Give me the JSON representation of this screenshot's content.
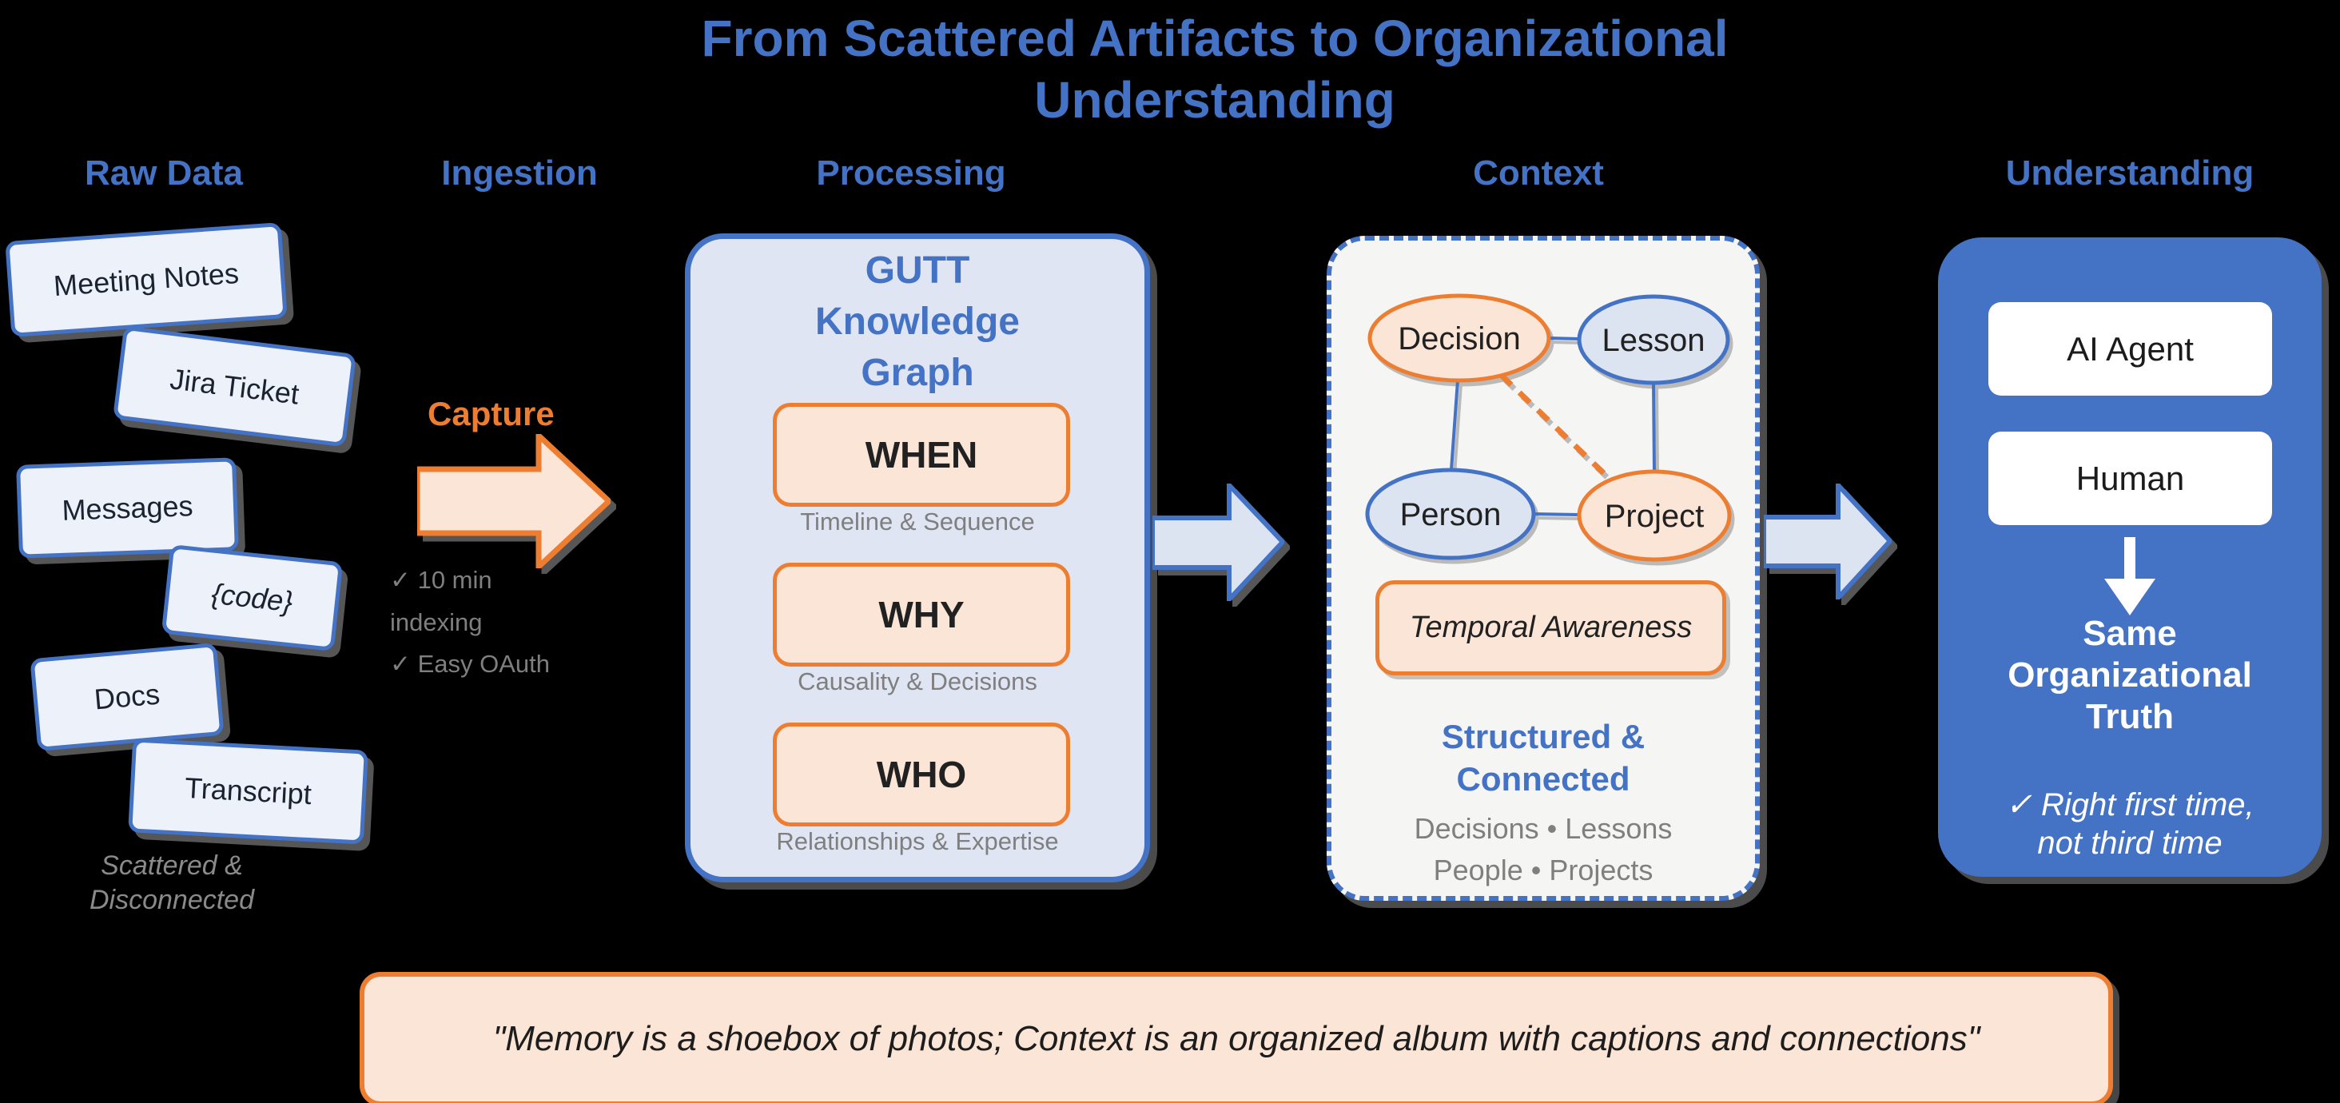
{
  "title": {
    "text": "From Scattered Artifacts to Organizational\nUnderstanding"
  },
  "columns": [
    {
      "label": "Raw Data"
    },
    {
      "label": "Ingestion"
    },
    {
      "label": "Processing"
    },
    {
      "label": "Context"
    },
    {
      "label": "Understanding"
    }
  ],
  "raw_data": {
    "cards": [
      {
        "label": "Meeting Notes"
      },
      {
        "label": "Jira Ticket"
      },
      {
        "label": "Messages"
      },
      {
        "label": "{code}"
      },
      {
        "label": "Docs"
      },
      {
        "label": "Transcript"
      }
    ],
    "footnote": "Scattered &\nDisconnected"
  },
  "ingestion": {
    "label": "Capture",
    "notes": "✓ 10 min\nindexing\n✓ Easy OAuth"
  },
  "processing": {
    "box_title": "GUTT\nKnowledge\nGraph",
    "items": [
      {
        "keyword": "WHEN",
        "caption": "Timeline & Sequence"
      },
      {
        "keyword": "WHY",
        "caption": "Causality & Decisions"
      },
      {
        "keyword": "WHO",
        "caption": "Relationships & Expertise"
      }
    ]
  },
  "context": {
    "nodes": {
      "decision": "Decision",
      "lesson": "Lesson",
      "person": "Person",
      "project": "Project"
    },
    "temporal_label": "Temporal Awareness",
    "subtitle": "Structured &\nConnected",
    "categories": "Decisions • Lessons\nPeople • Projects"
  },
  "understanding": {
    "consumers": [
      {
        "label": "AI Agent"
      },
      {
        "label": "Human"
      }
    ],
    "truth": "Same\nOrganizational\nTruth",
    "benefit": "✓ Right first time,\nnot third time"
  },
  "quote": {
    "text": "\"Memory is a shoebox of photos; Context is an organized album with captions and connections\""
  },
  "colors": {
    "accent_blue": "#4472C4",
    "accent_orange": "#ED7D31",
    "light_blue": "#DCE4F2",
    "light_orange": "#FBE5D6",
    "gray_text": "#7F7F7F"
  }
}
